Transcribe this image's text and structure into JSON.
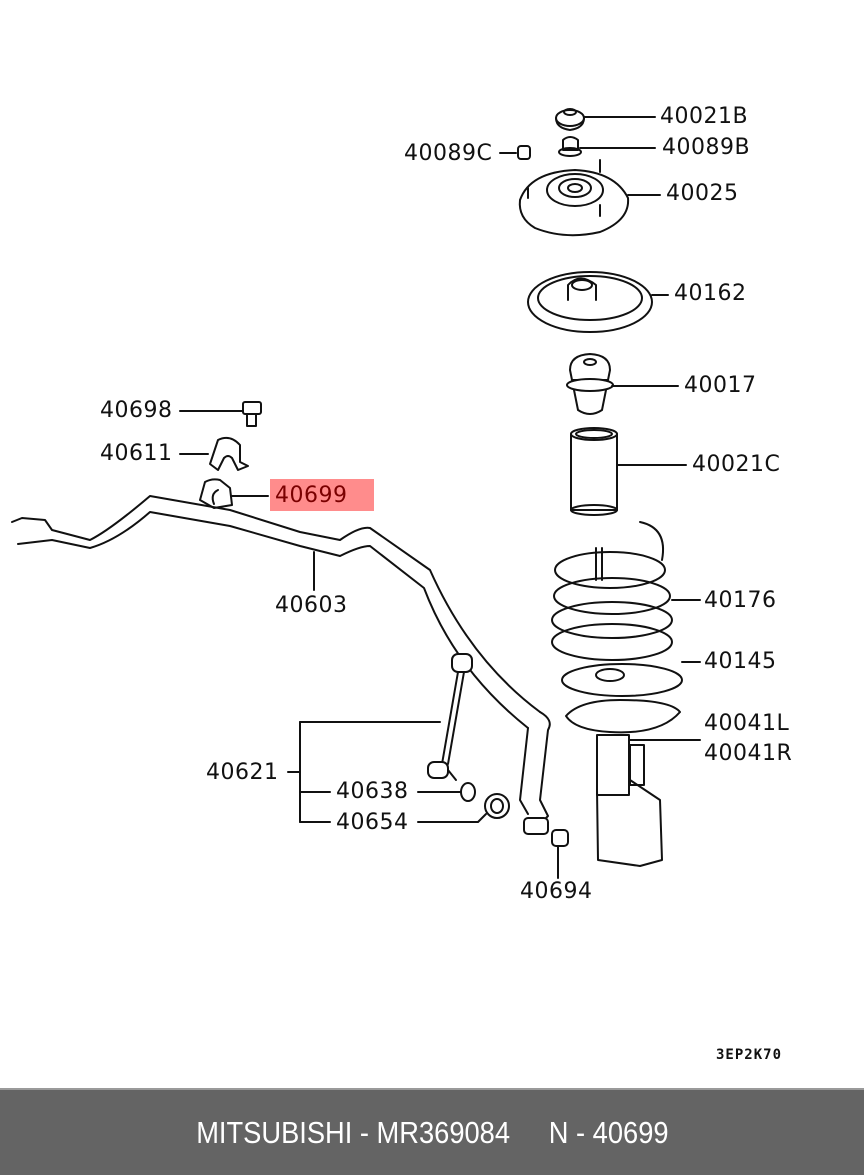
{
  "diagram": {
    "title": "Front suspension strut and stabilizer bar exploded view",
    "drawing_code": "3EP2K70",
    "highlighted_part": "40699",
    "highlight_color": "#ff8c8c",
    "callouts": [
      {
        "id": "40021B",
        "label": "40021B"
      },
      {
        "id": "40089B",
        "label": "40089B"
      },
      {
        "id": "40089C",
        "label": "40089C"
      },
      {
        "id": "40025",
        "label": "40025"
      },
      {
        "id": "40162",
        "label": "40162"
      },
      {
        "id": "40017",
        "label": "40017"
      },
      {
        "id": "40021C",
        "label": "40021C"
      },
      {
        "id": "40176",
        "label": "40176"
      },
      {
        "id": "40145",
        "label": "40145"
      },
      {
        "id": "40041L",
        "label": "40041L"
      },
      {
        "id": "40041R",
        "label": "40041R"
      },
      {
        "id": "40698",
        "label": "40698"
      },
      {
        "id": "40611",
        "label": "40611"
      },
      {
        "id": "40699",
        "label": "40699"
      },
      {
        "id": "40603",
        "label": "40603"
      },
      {
        "id": "40621",
        "label": "40621"
      },
      {
        "id": "40638",
        "label": "40638"
      },
      {
        "id": "40654",
        "label": "40654"
      },
      {
        "id": "40694",
        "label": "40694"
      }
    ]
  },
  "footer": {
    "brand": "MITSUBISHI",
    "part_number": "MR369084",
    "brand_part_text": "MITSUBISHI - MR369084",
    "position_text": "N - 40699"
  }
}
